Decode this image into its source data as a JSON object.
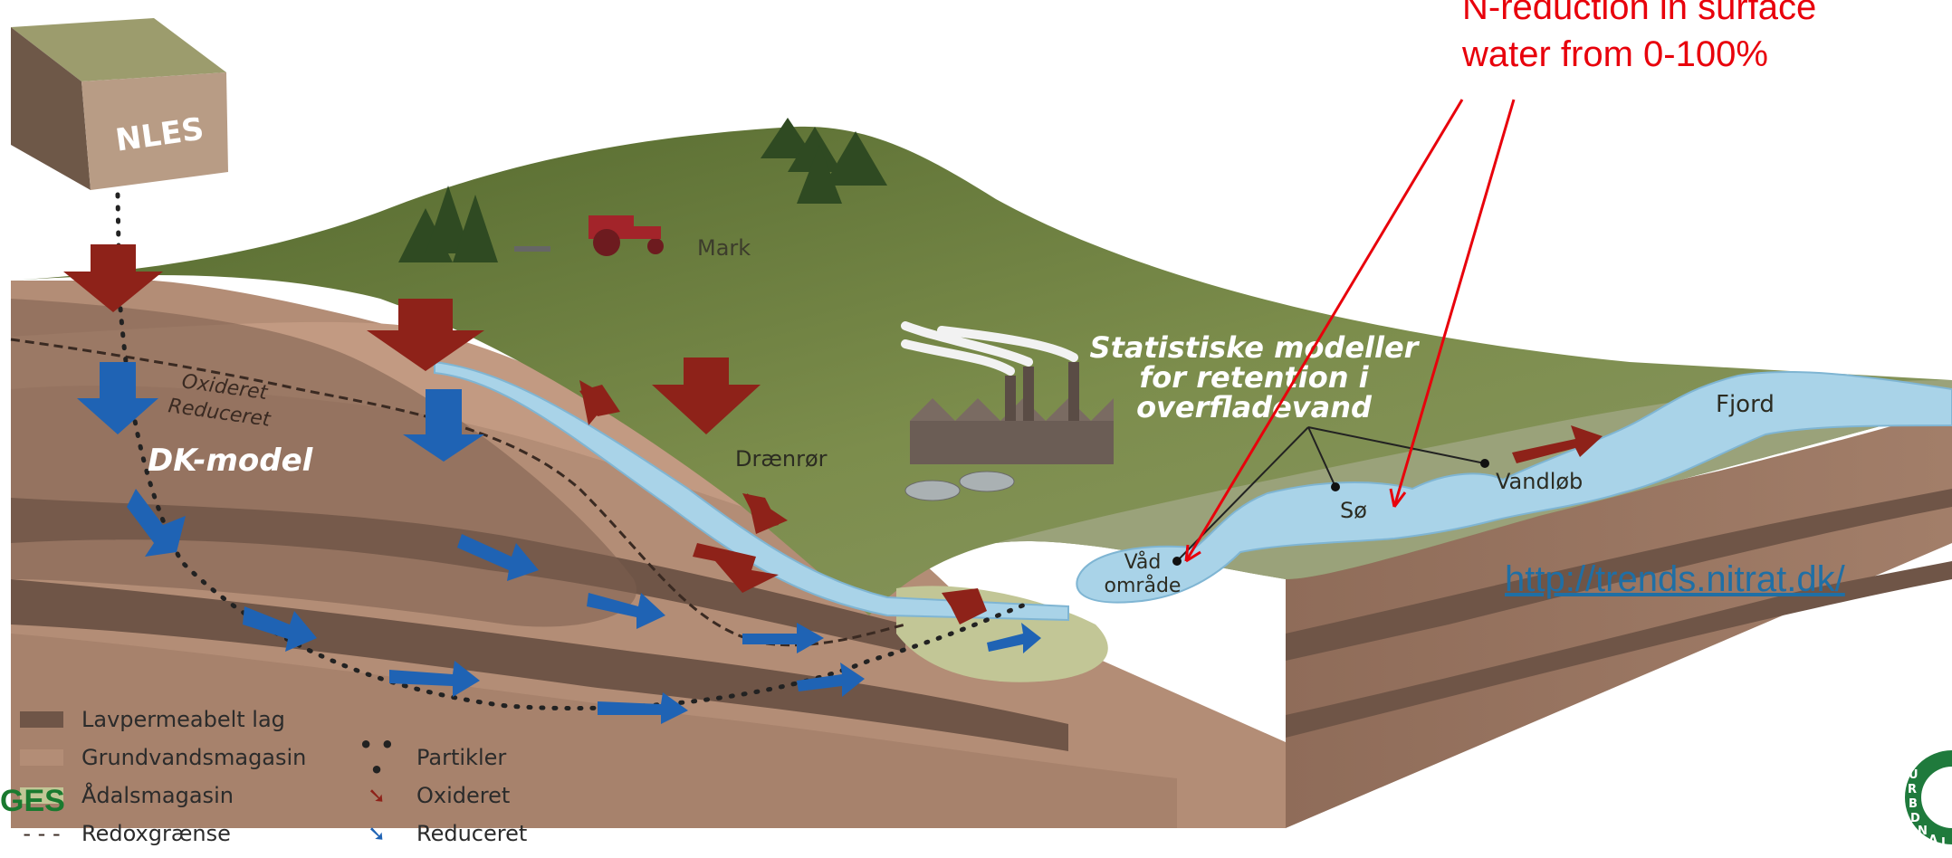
{
  "diagram": {
    "labels": {
      "nles": "NLES",
      "mark": "Mark",
      "oxideret_line": "Oxideret",
      "reduceret_line": "Reduceret",
      "dk_model": "DK-model",
      "draenroer": "Drænrør",
      "statistiske_line1": "Statistiske modeller",
      "statistiske_line2": "for retention i",
      "statistiske_line3": "overfladevand",
      "soe": "Sø",
      "vandloeb": "Vandløb",
      "fjord": "Fjord",
      "vaad_line1": "Våd",
      "vaad_line2": "område"
    }
  },
  "annotation": {
    "line1": "N-reduction in surface",
    "line2": "water from 0-100%"
  },
  "link": {
    "url_text": "http://trends.nitrat.dk/"
  },
  "legend": {
    "lavpermeabelt": "Lavpermeabelt lag",
    "grundvand": "Grundvandsmagasin",
    "aadals": "Ådalsmagasin",
    "redox": "Redoxgrænse",
    "partikler": "Partikler",
    "oxideret": "Oxideret",
    "reduceret": "Reduceret"
  },
  "branding": {
    "ges_text": "GES",
    "seal_text": "LANDBRUG"
  },
  "colors": {
    "annotation_red": "#e8000b",
    "link_blue": "#1f6fa5",
    "oxidized_arrow": "#8e2219",
    "reduced_arrow": "#1f63b4",
    "water": "#a9d3e8",
    "soil_light": "#b38d76",
    "soil_dark": "#6f5547",
    "grass": "#6e7f3e",
    "wetland": "#c2c696",
    "seal_green": "#1f7a3c"
  }
}
